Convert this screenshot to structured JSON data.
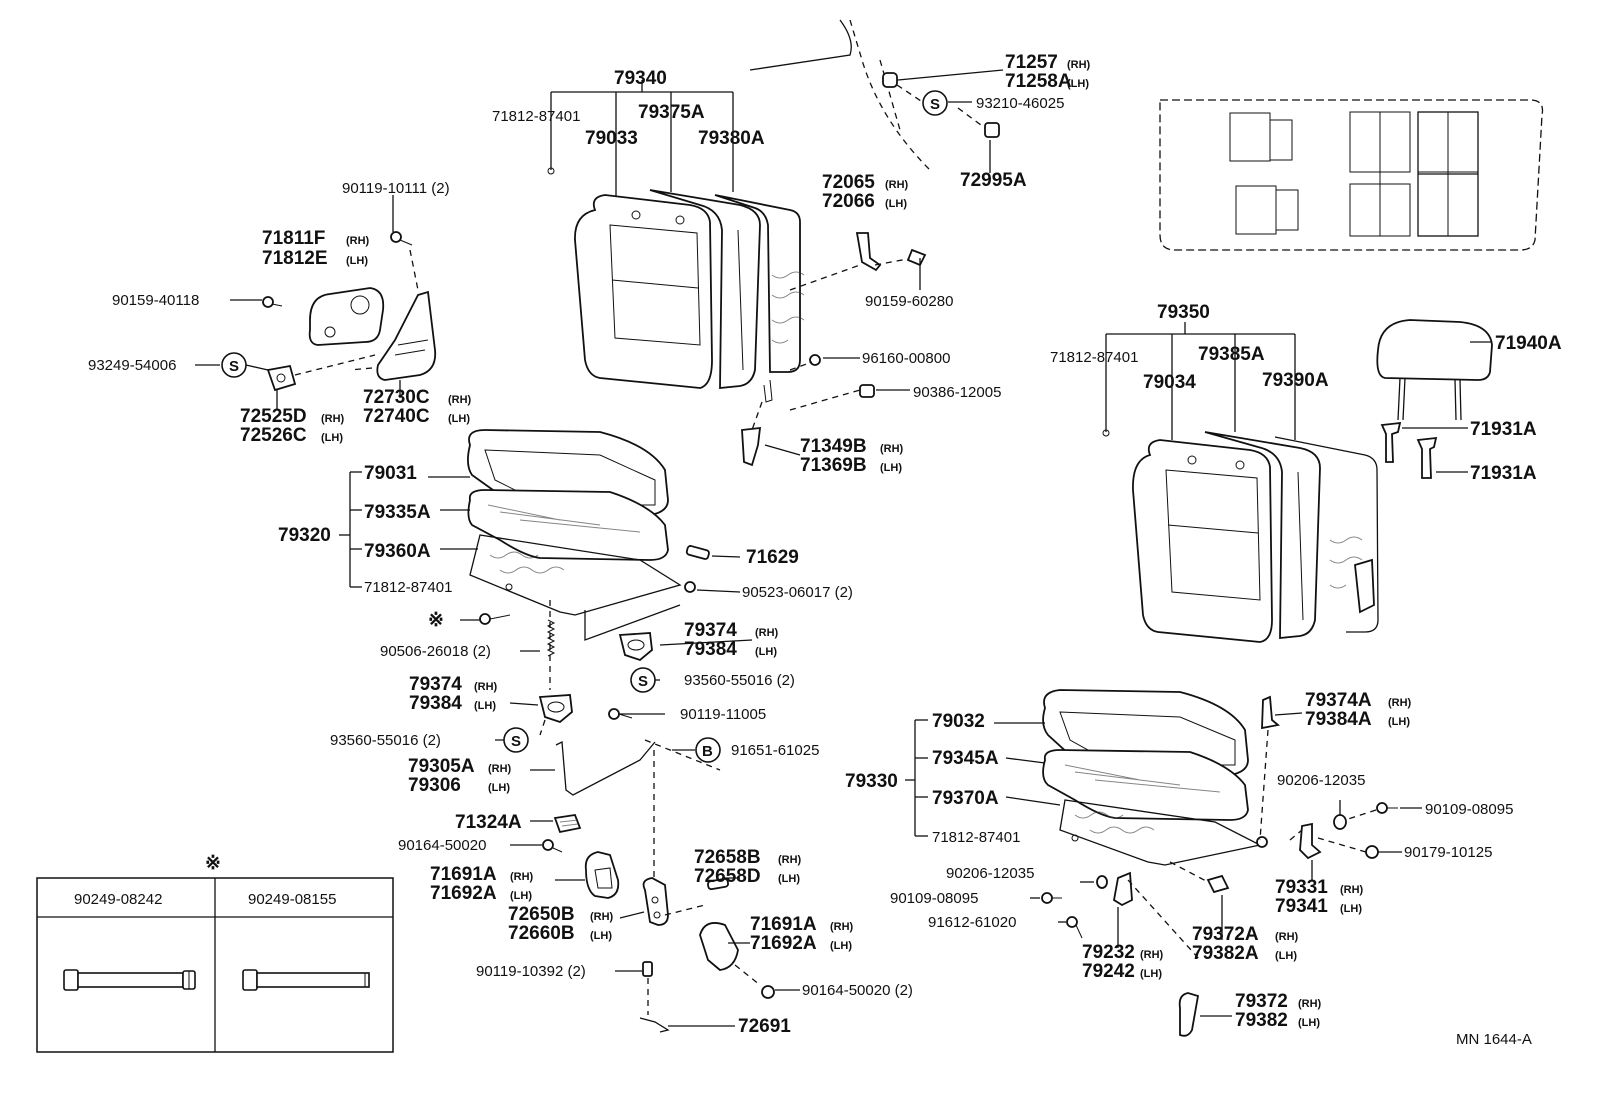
{
  "drawing_code": "MN 1644-A",
  "legend_symbol": "※",
  "symbol_s": "S",
  "symbol_b": "B",
  "legend_table": {
    "col1": "90249-08242",
    "col2": "90249-08155"
  },
  "labels": {
    "p79340": "79340",
    "p71812_a": "71812-87401",
    "p79033": "79033",
    "p79375A": "79375A",
    "p79380A": "79380A",
    "p71257": "71257",
    "p71258A": "71258A",
    "p93210": "93210-46025",
    "p72995A": "72995A",
    "p90119_10111": "90119-10111 (2)",
    "p71811F": "71811F",
    "p71812E": "71812E",
    "p90159_40118": "90159-40118",
    "p93249": "93249-54006",
    "p72730C": "72730C",
    "p72740C": "72740C",
    "p72525D": "72525D",
    "p72526C": "72526C",
    "p72065": "72065",
    "p72066": "72066",
    "p90159_60280": "90159-60280",
    "p96160": "96160-00800",
    "p90386": "90386-12005",
    "p71349B": "71349B",
    "p71369B": "71369B",
    "p79031": "79031",
    "p79335A": "79335A",
    "p79320": "79320",
    "p79360A": "79360A",
    "p71812_b": "71812-87401",
    "p71629": "71629",
    "p90523": "90523-06017 (2)",
    "p90506": "90506-26018 (2)",
    "p79374_a": "79374",
    "p79384_a": "79384",
    "p93560_a": "93560-55016 (2)",
    "p79374_b": "79374",
    "p79384_b": "79384",
    "p93560_b": "93560-55016 (2)",
    "p90119_11005": "90119-11005",
    "p91651": "91651-61025",
    "p79305A": "79305A",
    "p79306": "79306",
    "p71324A": "71324A",
    "p90164_a": "90164-50020",
    "p71691A_a": "71691A",
    "p71692A_a": "71692A",
    "p72658B": "72658B",
    "p72658D": "72658D",
    "p72650B": "72650B",
    "p72660B": "72660B",
    "p71691A_b": "71691A",
    "p71692A_b": "71692A",
    "p90119_10392": "90119-10392 (2)",
    "p90164_b": "90164-50020 (2)",
    "p72691": "72691",
    "p79350": "79350",
    "p71812_c": "71812-87401",
    "p79034": "79034",
    "p79385A": "79385A",
    "p79390A": "79390A",
    "p71940A": "71940A",
    "p71931A_a": "71931A",
    "p71931A_b": "71931A",
    "p79032": "79032",
    "p79374A": "79374A",
    "p79384A": "79384A",
    "p79345A": "79345A",
    "p79330": "79330",
    "p79370A": "79370A",
    "p90206_a": "90206-12035",
    "p90109_a": "90109-08095",
    "p71812_d": "71812-87401",
    "p90179": "90179-10125",
    "p90206_b": "90206-12035",
    "p79331": "79331",
    "p79341": "79341",
    "p90109_b": "90109-08095",
    "p91612": "91612-61020",
    "p79372A": "79372A",
    "p79382A": "79382A",
    "p79232": "79232",
    "p79242": "79242",
    "p79372": "79372",
    "p79382": "79382"
  },
  "tags": {
    "rh": "(RH)",
    "lh": "(LH)"
  }
}
